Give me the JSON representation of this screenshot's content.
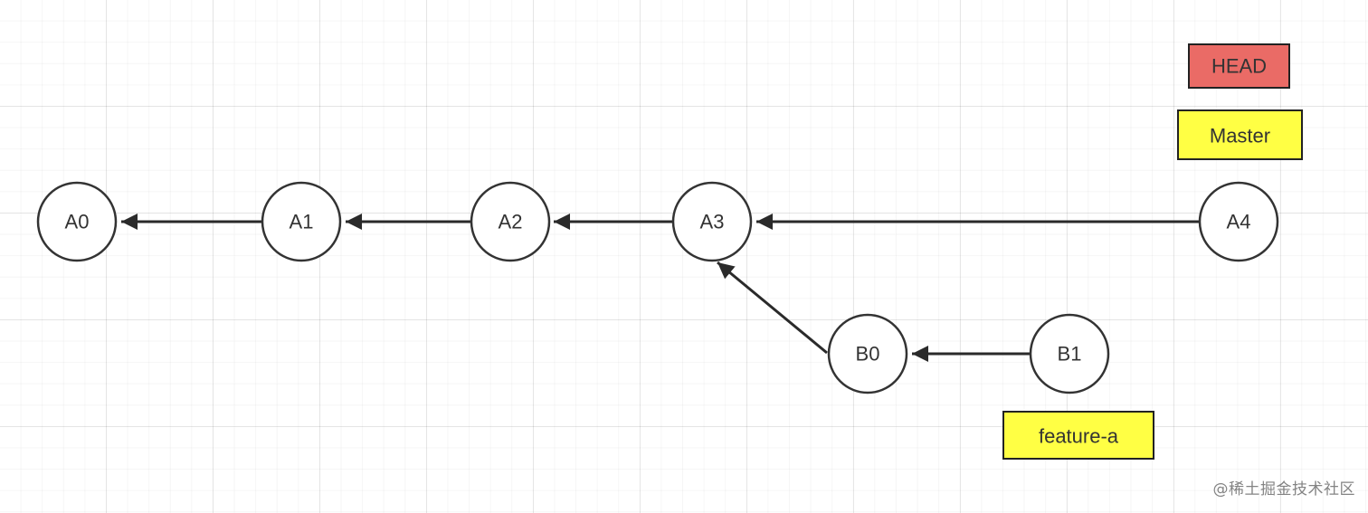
{
  "nodes": [
    {
      "id": "A0",
      "label": "A0"
    },
    {
      "id": "A1",
      "label": "A1"
    },
    {
      "id": "A2",
      "label": "A2"
    },
    {
      "id": "A3",
      "label": "A3"
    },
    {
      "id": "A4",
      "label": "A4"
    },
    {
      "id": "B0",
      "label": "B0"
    },
    {
      "id": "B1",
      "label": "B1"
    }
  ],
  "edges": [
    {
      "from": "A1",
      "to": "A0"
    },
    {
      "from": "A2",
      "to": "A1"
    },
    {
      "from": "A3",
      "to": "A2"
    },
    {
      "from": "A4",
      "to": "A3"
    },
    {
      "from": "B0",
      "to": "A3"
    },
    {
      "from": "B1",
      "to": "B0"
    }
  ],
  "labels": {
    "head": {
      "text": "HEAD",
      "color": "#ea6b66"
    },
    "master": {
      "text": "Master",
      "color": "#ffff44"
    },
    "feature": {
      "text": "feature-a",
      "color": "#ffff44"
    }
  },
  "watermark": "@稀土掘金技术社区"
}
